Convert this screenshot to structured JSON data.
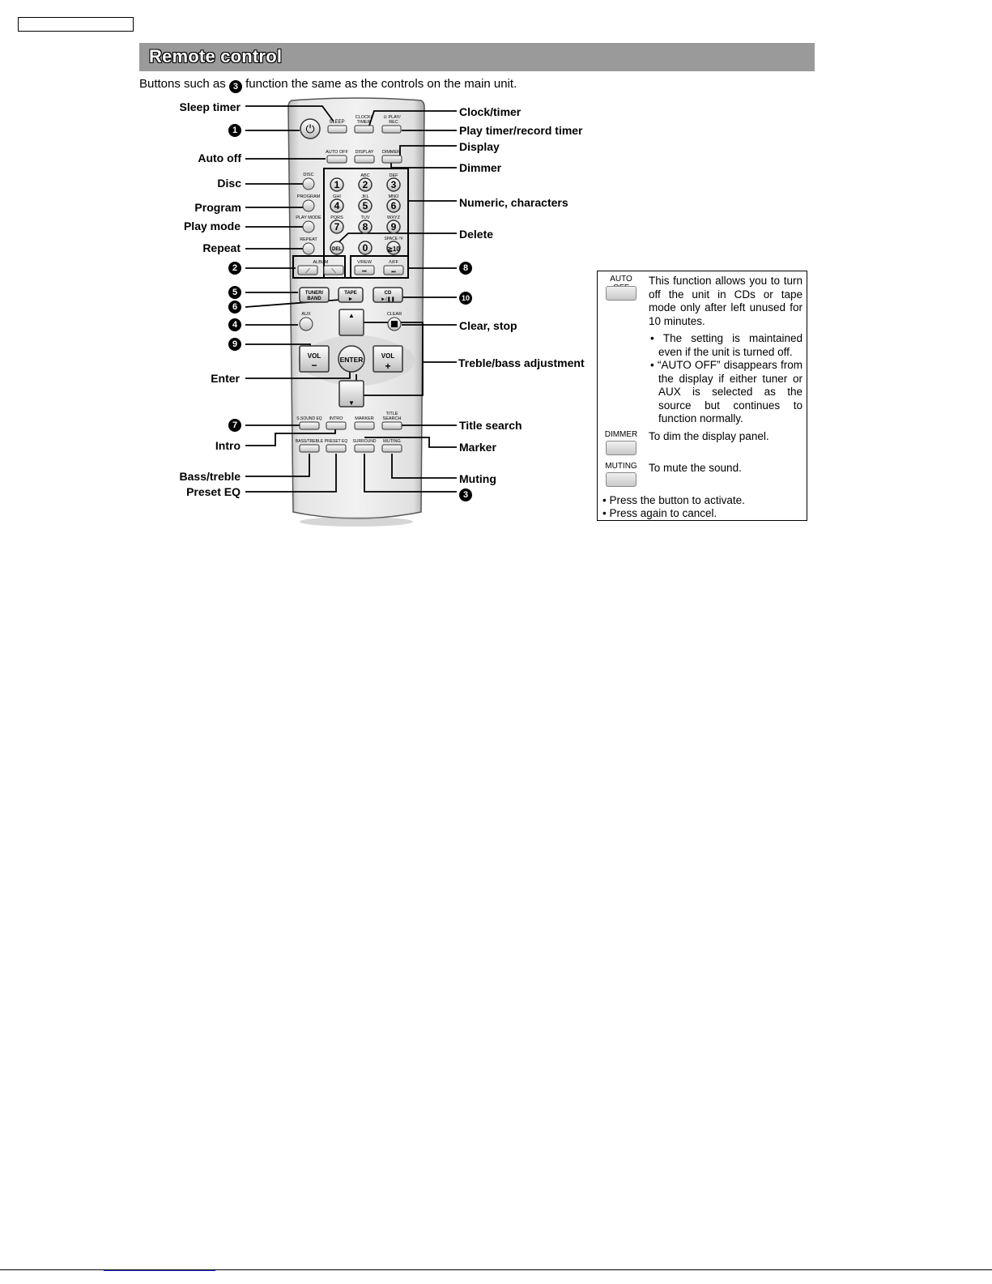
{
  "section_title": "Remote control",
  "intro": {
    "before": "Buttons such as",
    "marker": "3",
    "after": "function the same as the controls on the main unit."
  },
  "left_labels": {
    "sleep_timer": "Sleep timer",
    "auto_off": "Auto off",
    "disc": "Disc",
    "program": "Program",
    "play_mode": "Play mode",
    "repeat": "Repeat",
    "enter": "Enter",
    "intro": "Intro",
    "bass_treble": "Bass/treble",
    "preset_eq": "Preset EQ"
  },
  "right_labels": {
    "clock_timer": "Clock/timer",
    "play_record_timer": "Play timer/record timer",
    "display": "Display",
    "dimmer": "Dimmer",
    "numeric": "Numeric, characters",
    "delete": "Delete",
    "clear_stop": "Clear, stop",
    "treble_bass": "Treble/bass adjustment",
    "title_search": "Title search",
    "marker": "Marker",
    "muting": "Muting"
  },
  "callout_numbers": {
    "power": "1",
    "album": "2",
    "tuner": "5",
    "tape": "6",
    "aux": "4",
    "volume": "9",
    "sound_eq": "7",
    "skip": "8",
    "cd": "10",
    "surround": "3"
  },
  "remote_buttons": {
    "sleep": "SLEEP",
    "clock_timer": "CLOCK/ TIMER",
    "play_rec": "PLAY/ REC",
    "auto_off": "AUTO OFF",
    "display": "DISPLAY",
    "dimmer": "DIMMER",
    "disc": "DISC",
    "program": "PROGRAM",
    "play_mode": "PLAY MODE",
    "repeat": "REPEAT",
    "album": "ALBUM",
    "keys": [
      "1",
      "2",
      "3",
      "4",
      "5",
      "6",
      "7",
      "8",
      "9",
      "0",
      "≧10"
    ],
    "key_letters": [
      "",
      "ABC",
      "DEF",
      "GHI",
      "JKL",
      "MNO",
      "PQRS",
      "TUV",
      "WXYZ",
      "",
      "SPACE !'#"
    ],
    "del": "DEL",
    "rew": "V/REW",
    "ff": "Λ/FF",
    "tuner_band": "TUNER/ BAND",
    "tape": "TAPE",
    "cd": "CD",
    "aux": "AUX",
    "clear": "CLEAR",
    "vol": "VOL",
    "enter": "ENTER",
    "s_sound_eq": "S.SOUND EQ",
    "intro": "INTRO",
    "marker": "MARKER",
    "title_search": "TITLE SEARCH",
    "bass_treble": "BASS/TREBLE",
    "preset_eq": "PRESET EQ",
    "surround": "SURROUND",
    "muting": "MUTING"
  },
  "infobox": {
    "auto_off_label": "AUTO OFF",
    "auto_off_text": "This function allows you to turn off the unit in CDs or tape mode only after left unused for 10 minutes.",
    "auto_off_bullet1": "The setting is maintained even if the unit is turned off.",
    "auto_off_bullet2": "“AUTO OFF” disappears from the display if either tuner or AUX is selected as the source but continues to function normally.",
    "dimmer_label": "DIMMER",
    "dimmer_text": "To dim the display panel.",
    "muting_label": "MUTING",
    "muting_text": "To mute the sound.",
    "foot1": "Press the button to activate.",
    "foot2": "Press again to cancel."
  }
}
